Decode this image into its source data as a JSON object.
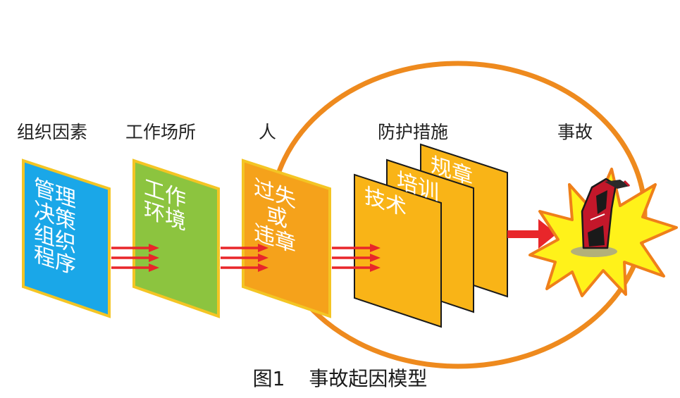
{
  "headers": {
    "organization": "组织因素",
    "workplace": "工作场所",
    "person": "人",
    "protection": "防护措施",
    "accident": "事故"
  },
  "cards": {
    "organization": {
      "lines": [
        "管理",
        "决策",
        "组织",
        "程序"
      ]
    },
    "workplace": {
      "lines": [
        "工作",
        "环境"
      ]
    },
    "person": {
      "lines": [
        "过失",
        "或",
        "违章"
      ]
    },
    "protection_back": {
      "text": "规章"
    },
    "protection_mid": {
      "text": "培训"
    },
    "protection_front": {
      "text": "技术"
    }
  },
  "caption": {
    "figure": "图1",
    "title": "事故起因模型"
  },
  "colors": {
    "organization": "#1aa7e8",
    "workplace": "#8cc43f",
    "person": "#f5a21b",
    "protection": "#f9b417",
    "border": "#f4c524",
    "arrow": "#e8262a",
    "ellipse": "#ee8a1e",
    "burst_fill": "#fff21a",
    "burst_stroke": "#ef7f1a"
  },
  "icons": {
    "accident": "car-crash-icon"
  }
}
